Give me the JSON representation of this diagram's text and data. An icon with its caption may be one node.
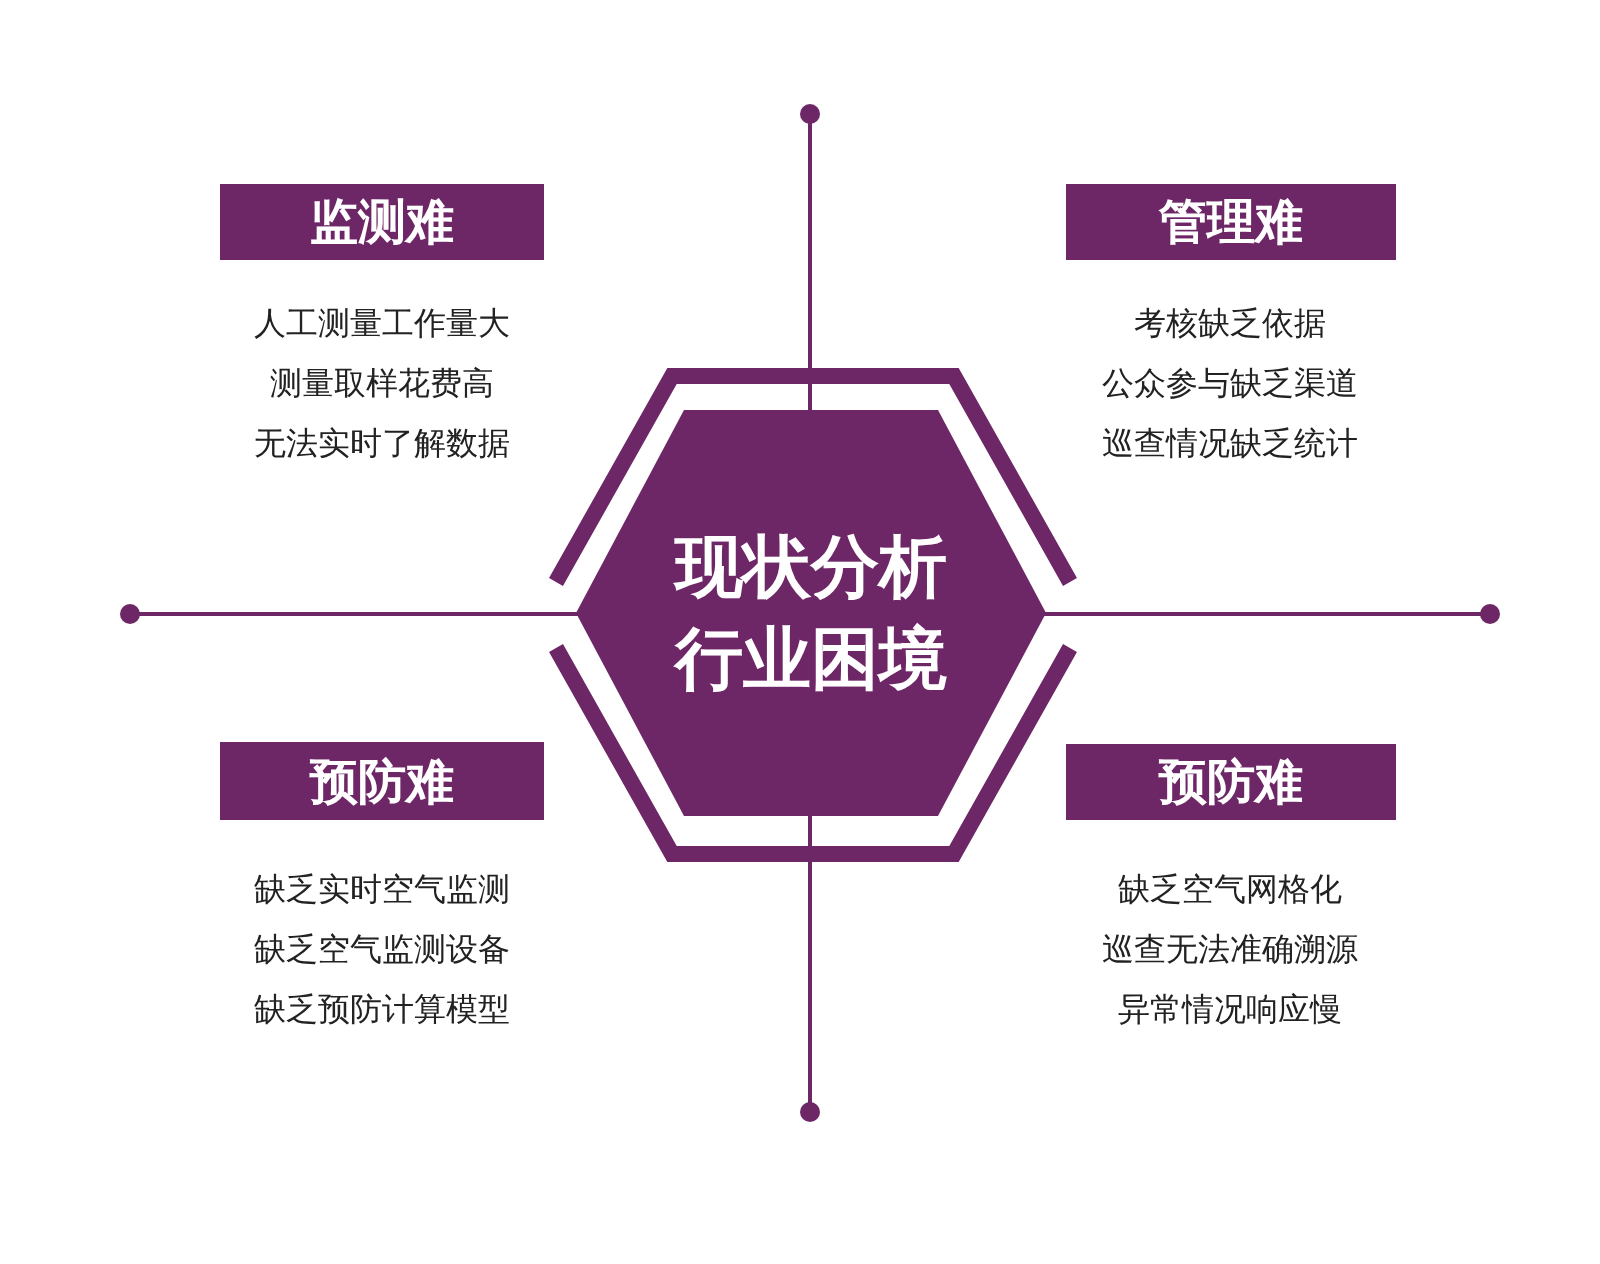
{
  "diagram": {
    "nodes": [
      {
        "text": [
          "现状分析行业困境"
        ]
      },
      {
        "text": [
          "监测难"
        ],
        "beside": [
          "人工测量工作量大",
          "测量取样花费高",
          "无法实时了解数据"
        ]
      },
      {
        "text": [
          "管理难"
        ],
        "beside": [
          "考核缺乏依据",
          "公众参与缺乏渠道",
          "巡查情况缺乏统计"
        ]
      },
      {
        "text": [
          "预防难"
        ],
        "beside": [
          "缺乏实时空气监测",
          "缺乏空气监测设备",
          "缺乏预防计算模型"
        ]
      },
      {
        "text": [
          "预防难"
        ],
        "beside": [
          "缺乏空气网格化",
          "巡查无法准确溯源",
          "异常情况响应慢"
        ]
      }
    ]
  }
}
